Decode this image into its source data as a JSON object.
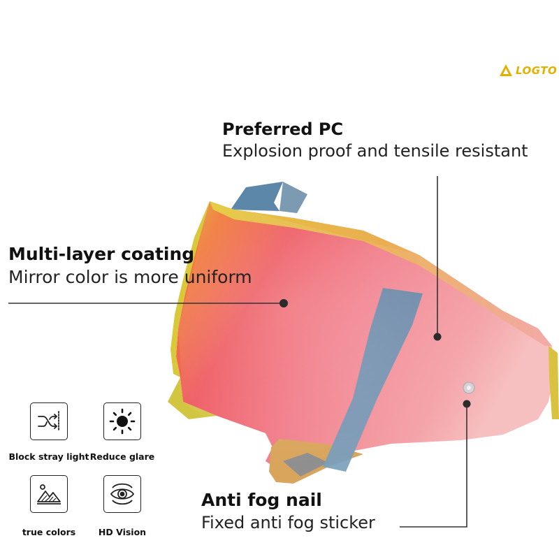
{
  "brand": {
    "logo_text": "LOGTO",
    "logo_color": "#e2b100"
  },
  "callouts": {
    "preferred_pc": {
      "title": "Preferred PC",
      "desc": "Explosion proof and tensile resistant"
    },
    "multi_layer": {
      "title": "Multi-layer coating",
      "desc": "Mirror color is more uniform"
    },
    "anti_fog": {
      "title": "Anti fog nail",
      "desc": "Fixed anti fog sticker"
    }
  },
  "features": [
    {
      "label": "Block stray light",
      "icon": "shuffle-arrows-icon"
    },
    {
      "label": "Reduce glare",
      "icon": "sun-icon"
    },
    {
      "label": "true colors",
      "icon": "mountain-icon"
    },
    {
      "label": "HD Vision",
      "icon": "eye-icon"
    }
  ],
  "colors": {
    "visor_gold": "#d9c23a",
    "visor_red": "#e9505a",
    "visor_pink": "#f0a0a6",
    "visor_blue_stripe": "#6a8fb0"
  }
}
